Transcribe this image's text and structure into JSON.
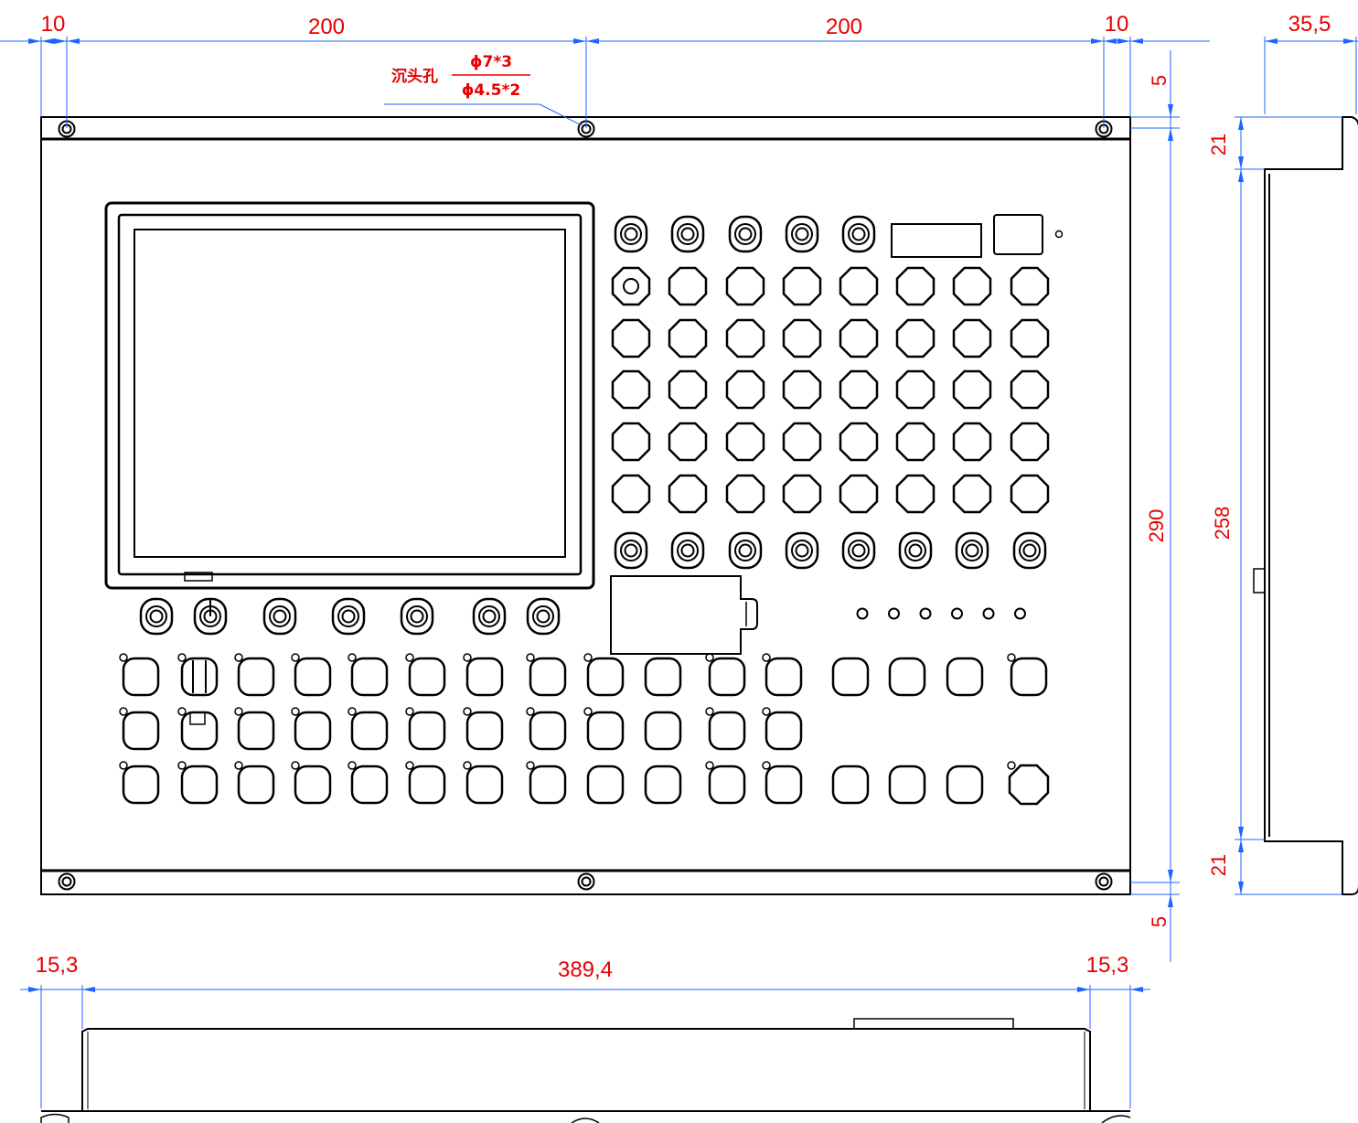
{
  "dimensions": {
    "top_margin_left": "10",
    "top_span_left": "200",
    "top_span_right": "200",
    "top_margin_right": "10",
    "side_depth": "35,5",
    "flange_top": "5",
    "flange_bottom": "5",
    "total_height": "290",
    "side_top": "21",
    "side_middle": "258",
    "side_bottom": "21",
    "bottom_left": "15,3",
    "bottom_middle": "389,4",
    "bottom_right": "15,3"
  },
  "hole_note": {
    "label": "沉头孔",
    "numerator": "ϕ7*3",
    "denominator": "ϕ4.5*2"
  },
  "colors": {
    "dimension": "#e60000",
    "leader": "#1e64ff",
    "outline": "#000000"
  },
  "panel": {
    "grid_rows": 6,
    "grid_cols": 8,
    "top_row_round_buttons": 5,
    "bottom_rows": 3,
    "bottom_row_keys": [
      16,
      12,
      16
    ],
    "under_screen_knobs": 7,
    "indicator_leds": 6
  }
}
